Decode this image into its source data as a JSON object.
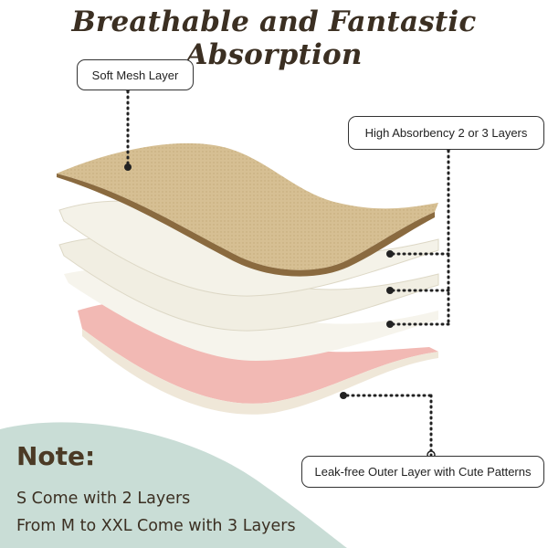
{
  "heading": "Breathable and Fantastic Absorption",
  "labels": {
    "soft_mesh": "Soft Mesh Layer",
    "high_absorbency": "High Absorbency 2 or 3 Layers",
    "leak_free": "Leak-free Outer Layer with Cute Patterns"
  },
  "note": {
    "title": "Note:",
    "lines": [
      "S Come with 2 Layers",
      "From M to XXL Come with 3 Layers"
    ]
  },
  "colors": {
    "mesh_layer": "#d6bf93",
    "absorbent_layer": "#f1eee2",
    "outer_layer": "#f2b9b4",
    "note_background": "#c9ddd6",
    "text_dark": "#3b2f22"
  }
}
